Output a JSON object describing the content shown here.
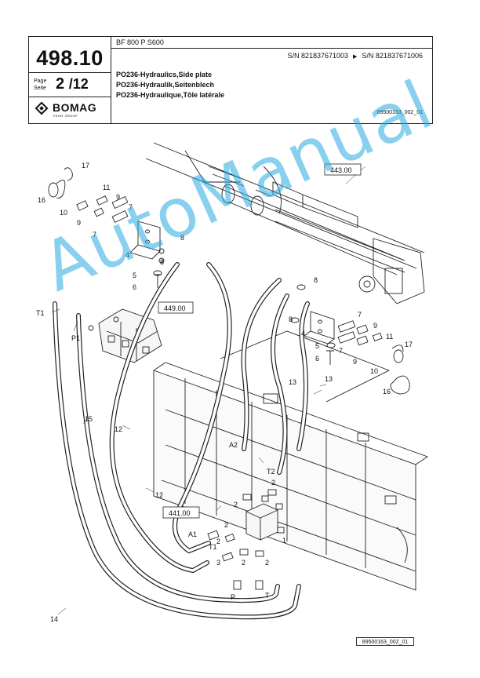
{
  "header": {
    "part_number": "498.10",
    "page_label_1": "Page",
    "page_label_2": "Seite",
    "page_current": "2",
    "page_total": "/12",
    "logo_text": "BOMAG",
    "logo_subtext": "FAYAT GROUP",
    "model": "BF 800 P S600",
    "serial_from": "S/N 821837671003",
    "serial_to": "S/N 821837671006",
    "title_en": "PO236-Hydraulics,Side plate",
    "title_de": "PO236-Hydraulik,Seitenblech",
    "title_fr": "PO236-Hydraulique,Tôle latérale",
    "drawing_number": "89500163_002_01"
  },
  "drawing": {
    "callouts": {
      "c443": "443.00",
      "c449": "449.00",
      "c441": "441.00"
    },
    "labels": {
      "p17a": "17",
      "p16a": "16",
      "p11a": "11",
      "p9a": "9",
      "p10a": "10",
      "p9b": "9",
      "p7a": "7",
      "p7b": "7",
      "p8a": "8",
      "p8b": "8",
      "p4a": "4",
      "p5a": "5",
      "p6a": "6",
      "pT1a": "T1",
      "pP1": "P1",
      "p15": "15",
      "p12a": "12",
      "p12b": "12",
      "p14": "14",
      "p8c": "8",
      "p8d": "8",
      "p7c": "7",
      "p7d": "7",
      "p4b": "4",
      "p9c": "9",
      "p9d": "9",
      "p11b": "11",
      "p17b": "17",
      "p10b": "10",
      "p5b": "5",
      "p6b": "6",
      "p16b": "16",
      "p13a": "13",
      "p13b": "13",
      "pA2": "A2",
      "pT2": "T2",
      "p2a": "2",
      "p2b": "2",
      "p2c": "2",
      "p2d": "2",
      "p2e": "2",
      "p2f": "2",
      "p1": "1",
      "p3": "3",
      "pA1": "A1",
      "pT1b": "T1",
      "pP": "P",
      "pT": "T"
    }
  },
  "watermark": "AutoManual",
  "footer": {
    "drawing_ref": "89500163_002_01"
  }
}
